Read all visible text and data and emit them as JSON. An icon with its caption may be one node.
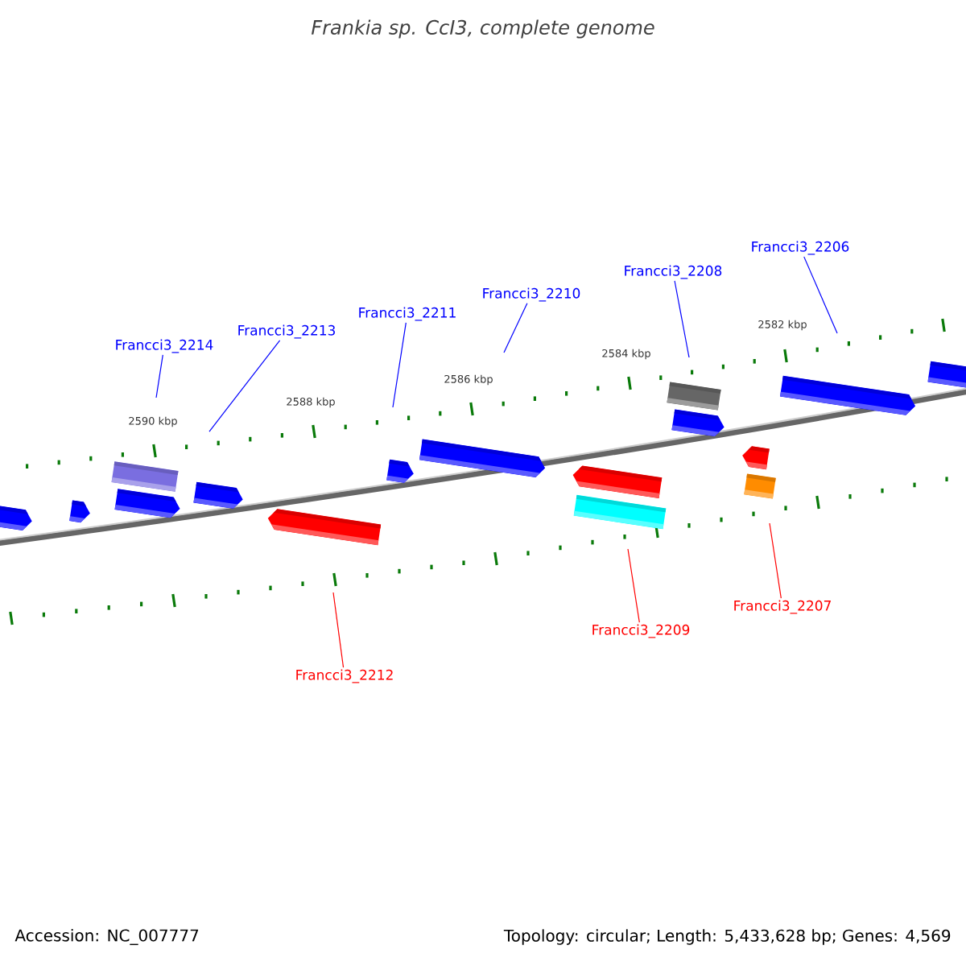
{
  "diagram": {
    "title": "*Frankia sp. CcI3, complete genome*",
    "nodes": [
      {
        "text": [
          "Francci3_2214"
        ]
      },
      {
        "text": [
          "Francci3_2213"
        ]
      },
      {
        "text": [
          "Francci3_2211"
        ]
      },
      {
        "text": [
          "Francci3_2210"
        ]
      },
      {
        "text": [
          "Francci3_2208"
        ]
      },
      {
        "text": [
          "Francci3_2206"
        ]
      },
      {
        "text": [
          "Francci3_2212"
        ]
      },
      {
        "text": [
          "Francci3_2209"
        ]
      },
      {
        "text": [
          "Francci3_2207"
        ]
      }
    ],
    "edges": [
      {
        "from": 0,
        "to": null,
        "arrow": "none"
      },
      {
        "from": 1,
        "to": null,
        "arrow": "none"
      },
      {
        "from": 2,
        "to": null,
        "arrow": "none"
      },
      {
        "from": 3,
        "to": null,
        "arrow": "none"
      },
      {
        "from": 4,
        "to": null,
        "arrow": "none"
      },
      {
        "from": 5,
        "to": null,
        "arrow": "none"
      },
      {
        "from": 6,
        "to": null,
        "arrow": "none",
        "color": "#ff0000"
      },
      {
        "from": 7,
        "to": null,
        "arrow": "none",
        "color": "#ff0000"
      },
      {
        "from": 8,
        "to": null,
        "arrow": "none",
        "color": "#ff0000"
      }
    ],
    "labels": [
      "2590 kbp",
      "2588 kbp",
      "2586 kbp",
      "2584 kbp",
      "2582 kbp",
      "Accession: NC_007777",
      "Topology: circular; Length: 5,433,628 bp; Genes: 4,569"
    ]
  }
}
